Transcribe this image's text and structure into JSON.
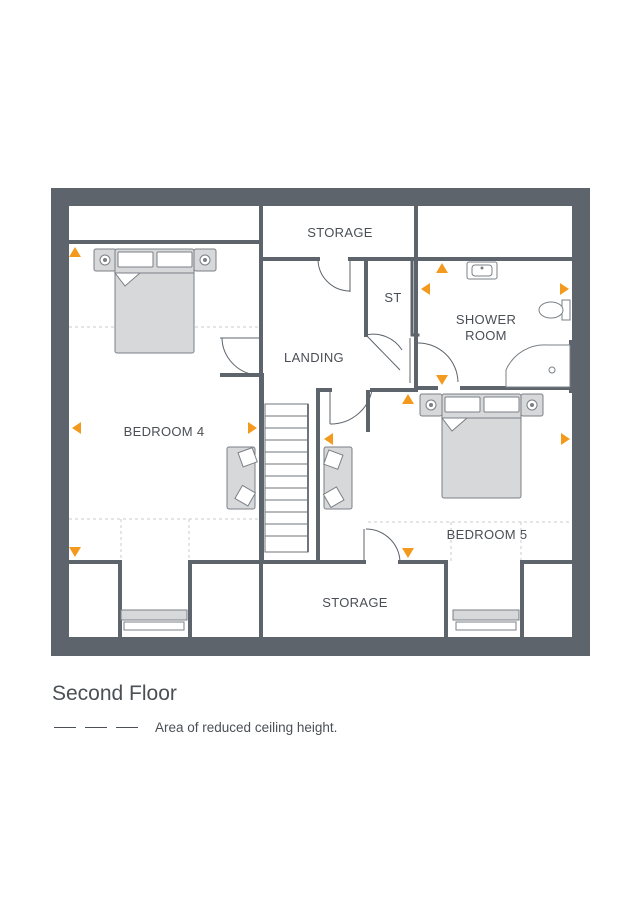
{
  "floor_title": "Second Floor",
  "legend": {
    "text": "Area of reduced ceiling height."
  },
  "rooms": {
    "storage_top": "STORAGE",
    "st": "ST",
    "shower_line1": "SHOWER",
    "shower_line2": "ROOM",
    "landing": "LANDING",
    "bedroom4": "BEDROOM 4",
    "bedroom5": "BEDROOM 5",
    "storage_bottom": "STORAGE"
  },
  "colors": {
    "wall": "#5d646b",
    "thin_wall": "#5d646b",
    "furniture_fill": "#d6d8da",
    "furniture_stroke": "#7a8086",
    "marker": "#f39a1e",
    "dashed": "#c9ccce",
    "text": "#4a4f55"
  },
  "icons": {
    "marker": "triangle-marker-icon"
  }
}
